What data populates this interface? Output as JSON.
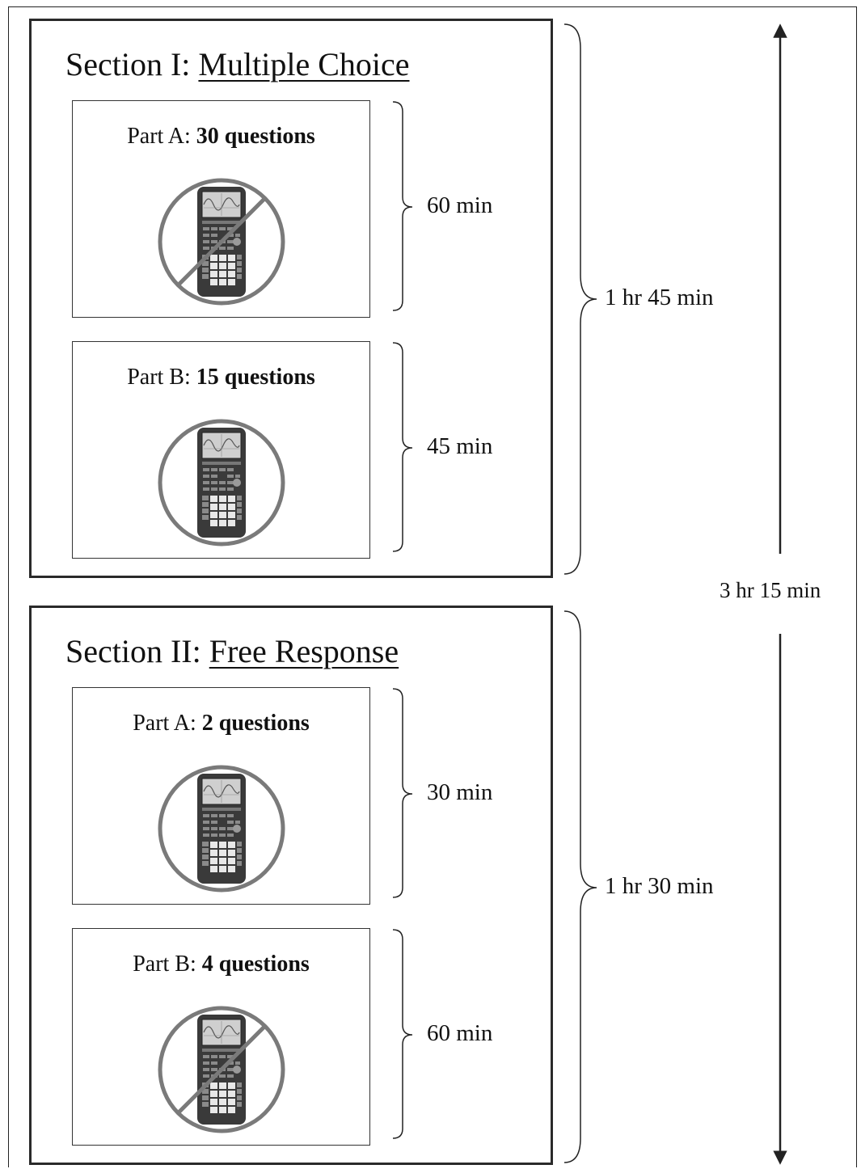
{
  "sections": [
    {
      "prefix": "Section I: ",
      "name": "Multiple Choice",
      "duration": "1 hr 45 min",
      "parts": [
        {
          "prefix": "Part A: ",
          "count": "30 questions",
          "calculator": "not-allowed",
          "duration": "60 min"
        },
        {
          "prefix": "Part B: ",
          "count": "15 questions",
          "calculator": "allowed",
          "duration": "45 min"
        }
      ]
    },
    {
      "prefix": "Section II: ",
      "name": "Free Response",
      "duration": "1 hr 30 min",
      "parts": [
        {
          "prefix": "Part A: ",
          "count": "2 questions",
          "calculator": "allowed",
          "duration": "30 min"
        },
        {
          "prefix": "Part B: ",
          "count": "4 questions",
          "calculator": "not-allowed",
          "duration": "60 min"
        }
      ]
    }
  ],
  "total": {
    "duration": "3 hr 15 min"
  },
  "icons": {
    "calculator": "graphing-calculator-icon",
    "not_allowed": "prohibited-icon"
  },
  "colors": {
    "ring": "#7a7a7a",
    "calculator_body": "#3a3a3a",
    "screen": "#c9c9c9",
    "border": "#2a2a2a"
  }
}
